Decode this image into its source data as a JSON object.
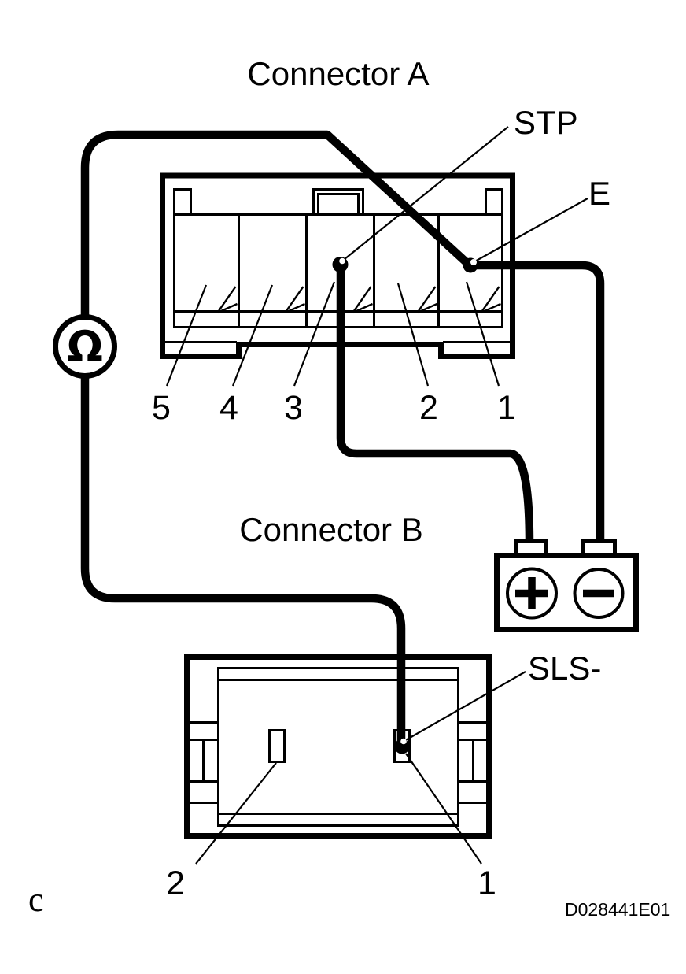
{
  "titles": {
    "connector_a": "Connector A",
    "connector_b": "Connector B"
  },
  "terminal_labels": {
    "stp": "STP",
    "e": "E",
    "sls_minus": "SLS-"
  },
  "connector_a": {
    "pins": [
      "5",
      "4",
      "3",
      "2",
      "1"
    ]
  },
  "connector_b": {
    "pins": [
      "2",
      "1"
    ]
  },
  "meter": {
    "type": "ohmmeter",
    "symbol": "Ω"
  },
  "battery": {
    "positive_symbol": "+",
    "negative_symbol": "−"
  },
  "footer": {
    "corner_mark": "c",
    "figure_id": "D028441E01"
  },
  "colors": {
    "ink": "#000000",
    "background": "#ffffff"
  }
}
